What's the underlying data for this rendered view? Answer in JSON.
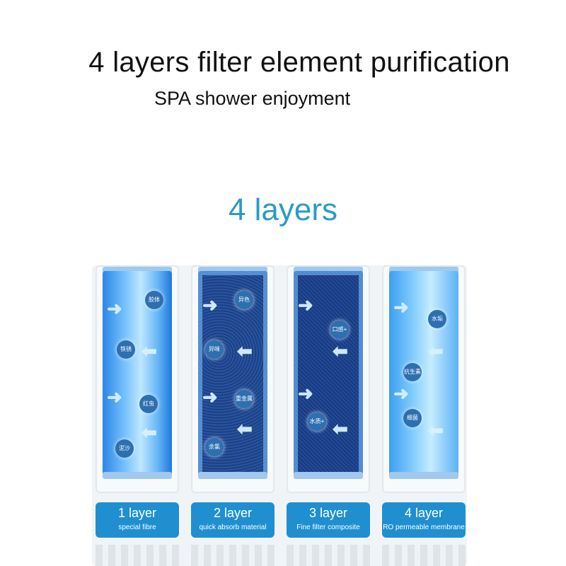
{
  "title": "4 layers filter element purification",
  "subtitle": "SPA shower enjoyment",
  "layers_heading": "4 layers",
  "filters": [
    {
      "layer": "1 layer",
      "material": "special fibre",
      "style": "blue",
      "impurities": [
        "胶体",
        "铁锈",
        "红虫",
        "泥沙"
      ]
    },
    {
      "layer": "2 layer",
      "material": "quick absorb material",
      "style": "foam",
      "impurities": [
        "异色",
        "异味",
        "重金属",
        "余氯"
      ]
    },
    {
      "layer": "3 layer",
      "material": "Fine filter composite",
      "style": "dense",
      "impurities": [
        "口感+",
        "水质+"
      ]
    },
    {
      "layer": "4 layer",
      "material": "RO permeable membrane",
      "style": "membrane",
      "impurities": [
        "水垢",
        "抗生素",
        "细菌"
      ]
    }
  ],
  "colors": {
    "accent": "#2a9bc6",
    "label_bg": "#1f8fd0"
  }
}
